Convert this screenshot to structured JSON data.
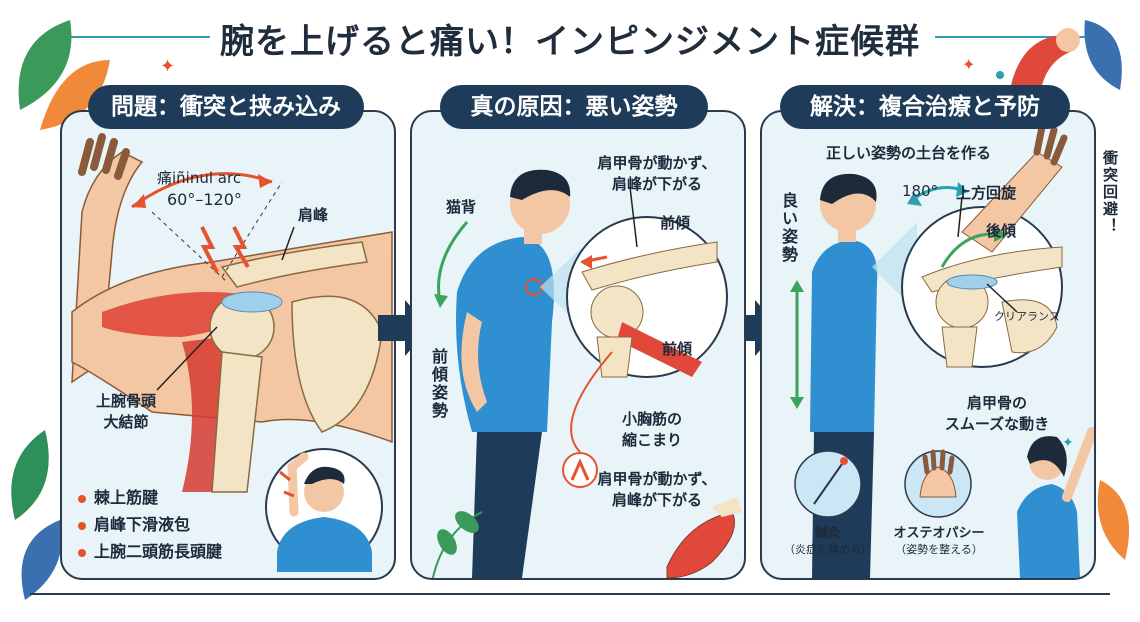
{
  "title": "腕を上げると痛い！インピンジメント症候群",
  "panels": [
    {
      "heading": "問題：衝突と挟み込み",
      "arc_label": "痛iñinul arc",
      "angle_range": "60°–120°",
      "acromion_label": "肩峰",
      "humerus_label_1": "上腕骨頭",
      "humerus_label_2": "大結節",
      "bullets": [
        "棘上筋腱",
        "肩峰下滑液包",
        "上腕二頭筋長頭腱"
      ]
    },
    {
      "heading": "真の原因：悪い姿勢",
      "round_back": "猫背",
      "forward_posture": "前傾姿勢",
      "scapula_note_1": "肩甲骨が動かず、",
      "scapula_note_2": "肩峰が下がる",
      "tilt_top": "前傾",
      "tilt_bottom": "前傾",
      "pec_minor_1": "小胸筋の",
      "pec_minor_2": "縮こまり",
      "bottom_note_1": "肩甲骨が動かず、",
      "bottom_note_2": "肩峰が下がる"
    },
    {
      "heading": "解決：複合治療と予防",
      "foundation": "正しい姿勢の土台を作る",
      "good_posture": "良い姿勢",
      "angle": "180°",
      "upward_rotation": "上方回旋",
      "posterior_tilt": "後傾",
      "clearance": "クリアランス",
      "scapula_move_1": "肩甲骨の",
      "scapula_move_2": "スムーズな動き",
      "acupuncture": "鍼灸",
      "acupuncture_sub": "（炎症を鎮める）",
      "osteopathy": "オステオパシー",
      "osteopathy_sub": "（姿勢を整える）"
    }
  ],
  "side_note": "衝突回避！",
  "colors": {
    "navy": "#1f3b5a",
    "panel_bg": "#e8f4f8",
    "shirt": "#2f8fd0",
    "skin": "#f4c7a4",
    "muscle": "#e0483a",
    "bone": "#f3e4c6",
    "accent_red": "#e5522e",
    "accent_green": "#3aa55a",
    "accent_teal": "#2d9fb0"
  }
}
